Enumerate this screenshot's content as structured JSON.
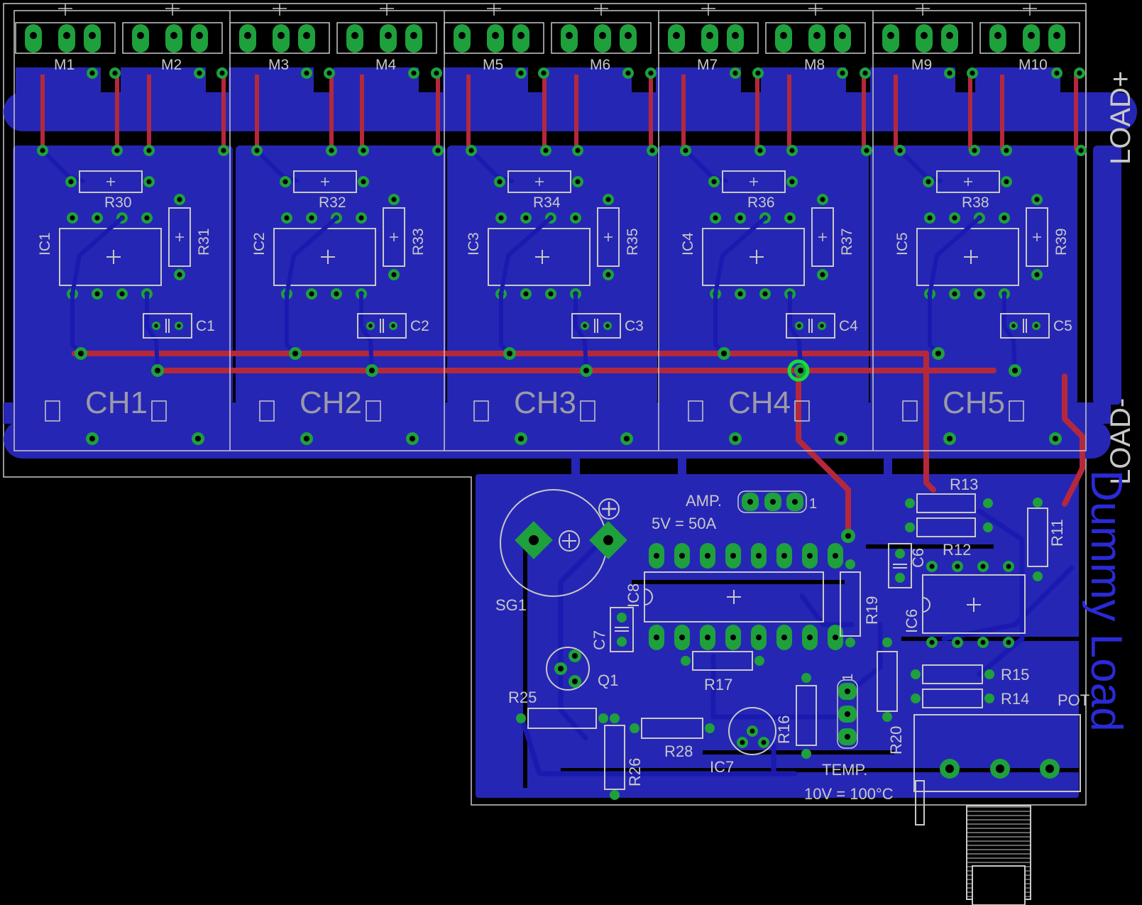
{
  "board": {
    "bottom_plane_color": "#2626b4",
    "top_trace_color": "#b4283c",
    "pad_color": "#1ea03c",
    "via_color": "#14dc3c",
    "silkscreen_color": "#c8c8c8",
    "outline_color": "#c8c8c8",
    "background": "#000000"
  },
  "title": "Dummy Load",
  "rails": {
    "positive": "LOAD+",
    "negative": "LOAD-"
  },
  "mosfets": [
    "M1",
    "M2",
    "M3",
    "M4",
    "M5",
    "M6",
    "M7",
    "M8",
    "M9",
    "M10"
  ],
  "channels": [
    {
      "name": "CH1",
      "ic": "IC1",
      "cap": "C1",
      "r_a": "R30",
      "r_b": "R31"
    },
    {
      "name": "CH2",
      "ic": "IC2",
      "cap": "C2",
      "r_a": "R32",
      "r_b": "R33"
    },
    {
      "name": "CH3",
      "ic": "IC3",
      "cap": "C3",
      "r_a": "R34",
      "r_b": "R35"
    },
    {
      "name": "CH4",
      "ic": "IC4",
      "cap": "C4",
      "r_a": "R36",
      "r_b": "R37"
    },
    {
      "name": "CH5",
      "ic": "IC5",
      "cap": "C5",
      "r_a": "R38",
      "r_b": "R39"
    }
  ],
  "control": {
    "buzzer": "SG1",
    "transistor": "Q1",
    "amp_label": "AMP.",
    "amp_scale": "5V = 50A",
    "amp_pin": "1",
    "temp_label": "TEMP.",
    "temp_scale": "10V = 100°C",
    "temp_pin": "1",
    "pot_label": "POT",
    "ics": [
      "IC8",
      "IC6",
      "IC7"
    ],
    "caps": [
      "C6",
      "C7"
    ],
    "resistors": [
      "R11",
      "R12",
      "R13",
      "R14",
      "R15",
      "R16",
      "R17",
      "R19",
      "R20",
      "R25",
      "R26",
      "R28"
    ]
  }
}
